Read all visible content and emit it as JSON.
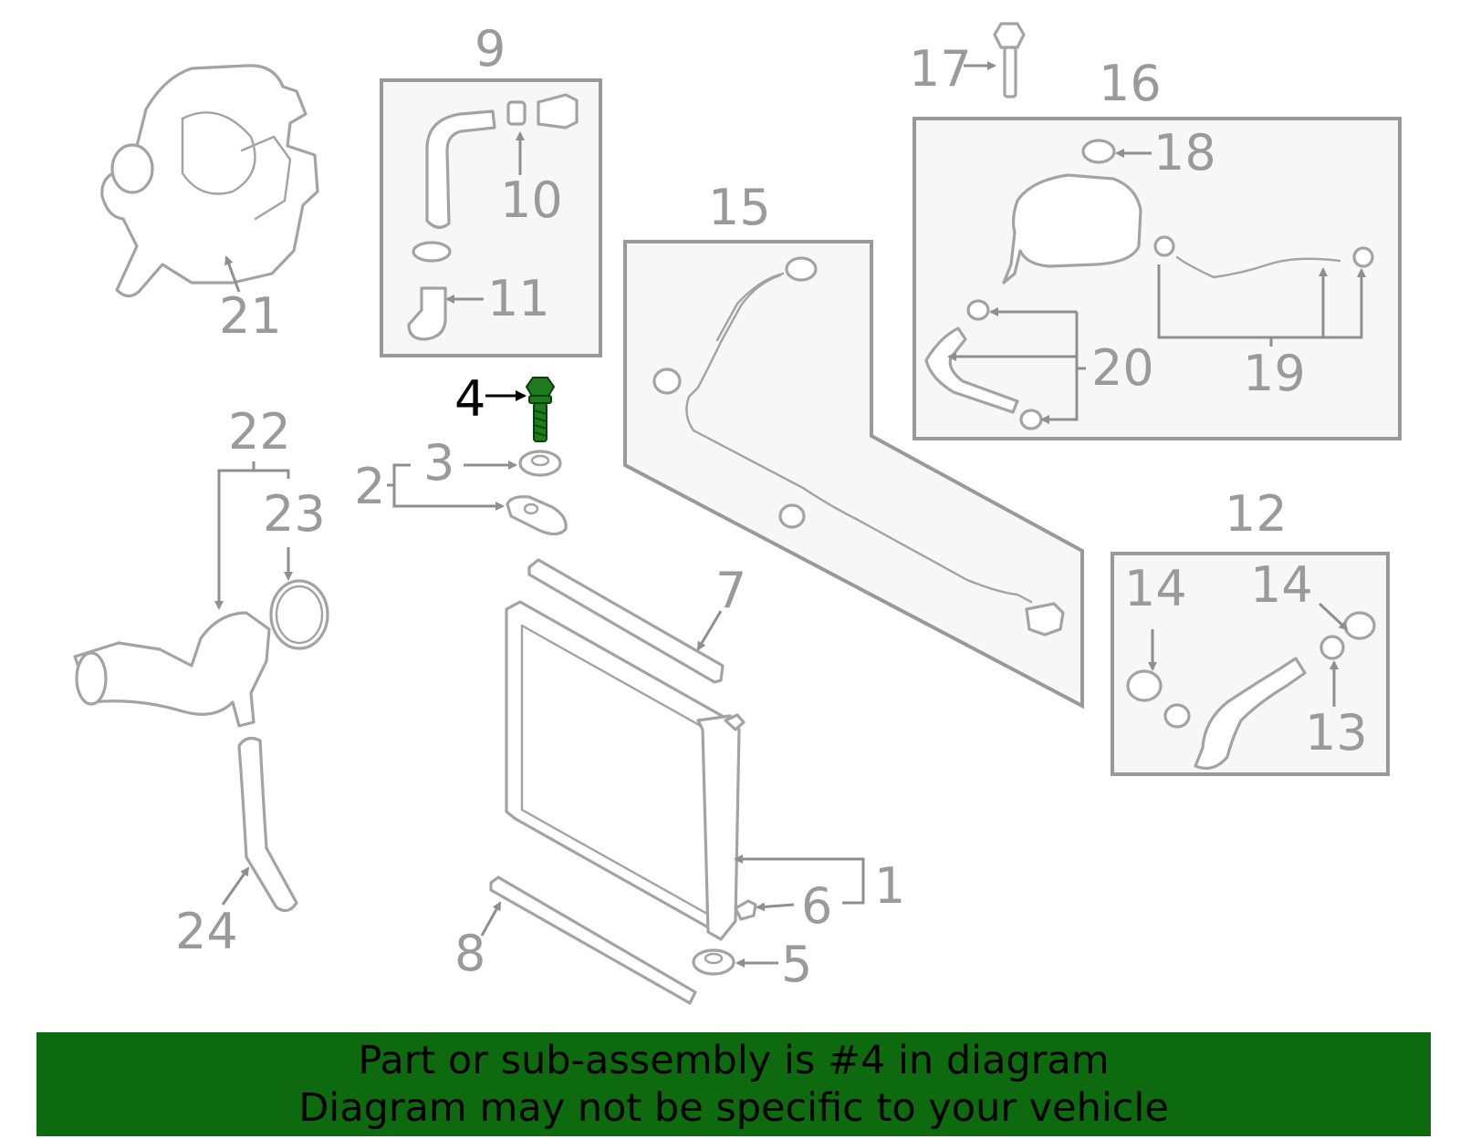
{
  "highlight_color": "#0e6a0e",
  "labels": {
    "p1": "1",
    "p2": "2",
    "p3": "3",
    "p4": "4",
    "p5": "5",
    "p6": "6",
    "p7": "7",
    "p8": "8",
    "p9": "9",
    "p10": "10",
    "p11": "11",
    "p12": "12",
    "p13": "13",
    "p14a": "14",
    "p14b": "14",
    "p15": "15",
    "p16": "16",
    "p17": "17",
    "p18": "18",
    "p19": "19",
    "p20": "20",
    "p21": "21",
    "p22": "22",
    "p23": "23",
    "p24": "24"
  },
  "banner": {
    "line1": "Part or sub-assembly is #4 in diagram",
    "line2": "Diagram may not be specific to your vehicle"
  }
}
